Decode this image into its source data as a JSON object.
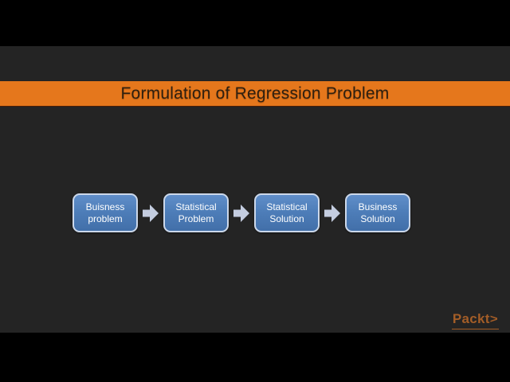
{
  "title_bar": {
    "text": "Formulation of Regression Problem",
    "background_color": "#e5771c",
    "text_color": "#30200f"
  },
  "flow": {
    "steps": [
      {
        "line1": "Buisness",
        "line2": "problem"
      },
      {
        "line1": "Statistical",
        "line2": "Problem"
      },
      {
        "line1": "Statistical",
        "line2": "Solution"
      },
      {
        "line1": "Business",
        "line2": "Solution"
      }
    ],
    "box_fill_color": "#4e7eb9",
    "box_border_color": "#ccd8ea",
    "arrow_color": "#c4cde0"
  },
  "logo": {
    "text": "Packt",
    "chevron": ">",
    "color": "#a35d27"
  },
  "background": {
    "slide_color": "#242424",
    "letterbox_color": "#000000"
  }
}
